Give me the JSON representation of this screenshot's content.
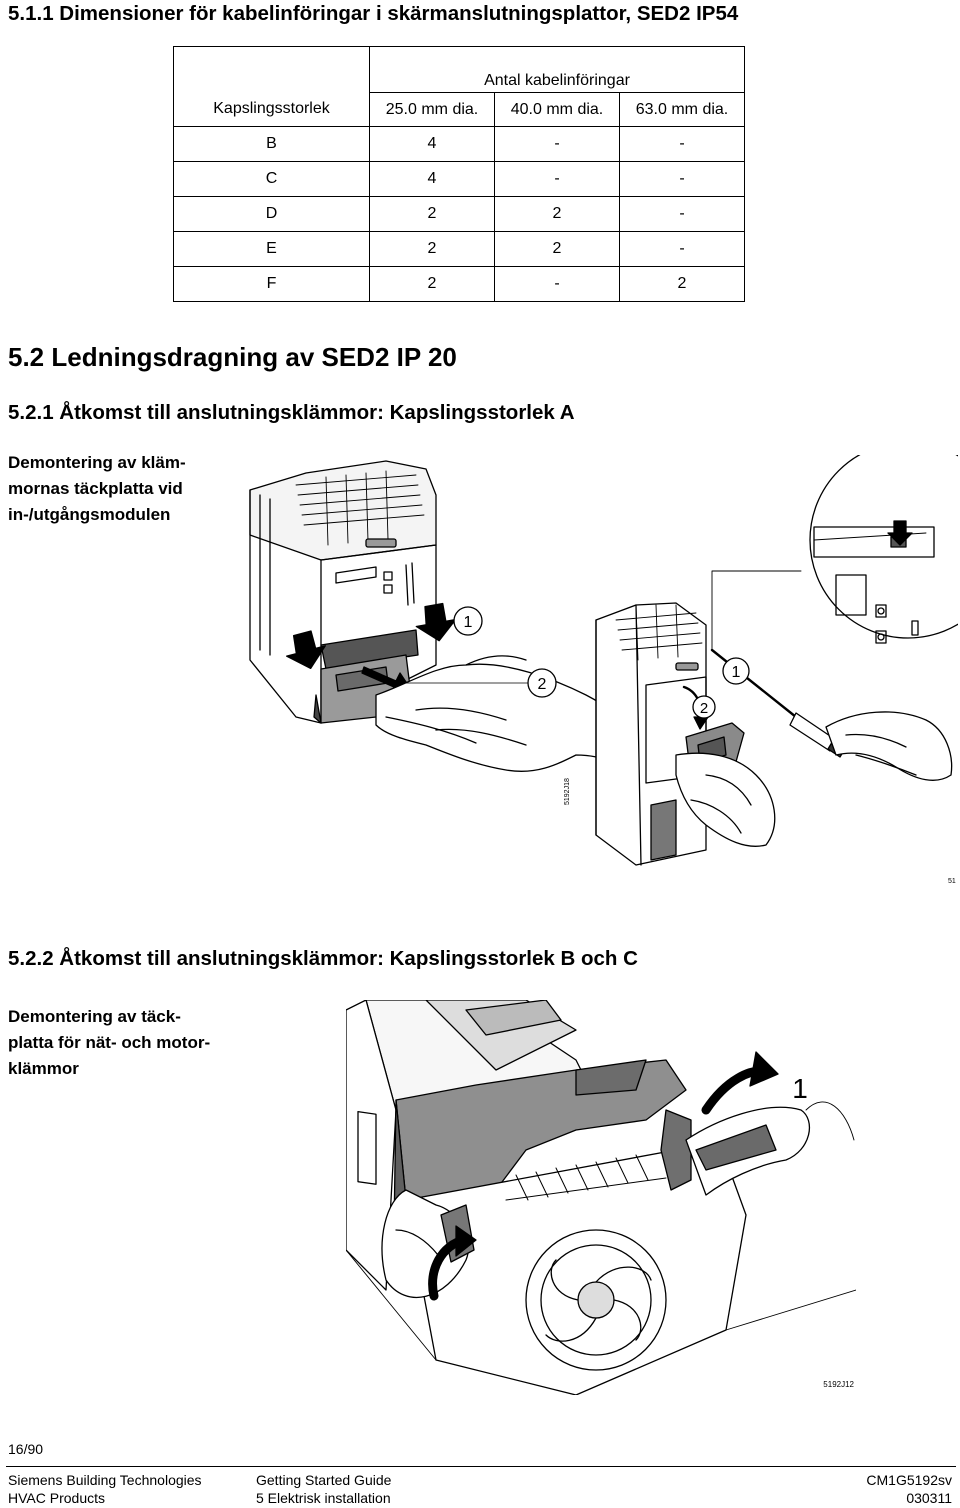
{
  "section_511": {
    "title": "5.1.1 Dimensioner för kabelinföringar i skärmanslutningsplattor, SED2 IP54"
  },
  "table": {
    "group_header": "Antal kabelinföringar",
    "col_header_size": "Kapslingsstorlek",
    "col_headers": [
      "25.0 mm dia.",
      "40.0 mm dia.",
      "63.0 mm dia."
    ],
    "rows": [
      {
        "size": "B",
        "values": [
          "4",
          "-",
          "-"
        ]
      },
      {
        "size": "C",
        "values": [
          "4",
          "-",
          "-"
        ]
      },
      {
        "size": "D",
        "values": [
          "2",
          "2",
          "-"
        ]
      },
      {
        "size": "E",
        "values": [
          "2",
          "2",
          "-"
        ]
      },
      {
        "size": "F",
        "values": [
          "2",
          "-",
          "2"
        ]
      }
    ]
  },
  "section_52": {
    "title": "5.2 Ledningsdragning av SED2 IP 20"
  },
  "section_521": {
    "title": "5.2.1 Åtkomst till anslutningsklämmor: Kapslingsstorlek A",
    "side_text": [
      "Demontering av kläm-",
      "mornas täckplatta vid",
      "in-/utgångsmodulen"
    ],
    "figure": {
      "callouts": [
        "1",
        "2",
        "2",
        "1"
      ],
      "code_a": "5192J18",
      "code_b": "51"
    }
  },
  "section_522": {
    "title": "5.2.2 Åtkomst till anslutningsklämmor: Kapslingsstorlek B och C",
    "side_text": [
      "Demontering av täck-",
      "platta för nät- och motor-",
      "klämmor"
    ],
    "figure": {
      "callouts": [
        "1"
      ],
      "code": "5192J12"
    }
  },
  "footer": {
    "page": "16/90",
    "left_line1": "Siemens Building Technologies",
    "left_line2": "HVAC Products",
    "mid_line1": "Getting Started Guide",
    "mid_line2": "5 Elektrisk installation",
    "right_line1": "CM1G5192sv",
    "right_line2": "030311"
  }
}
